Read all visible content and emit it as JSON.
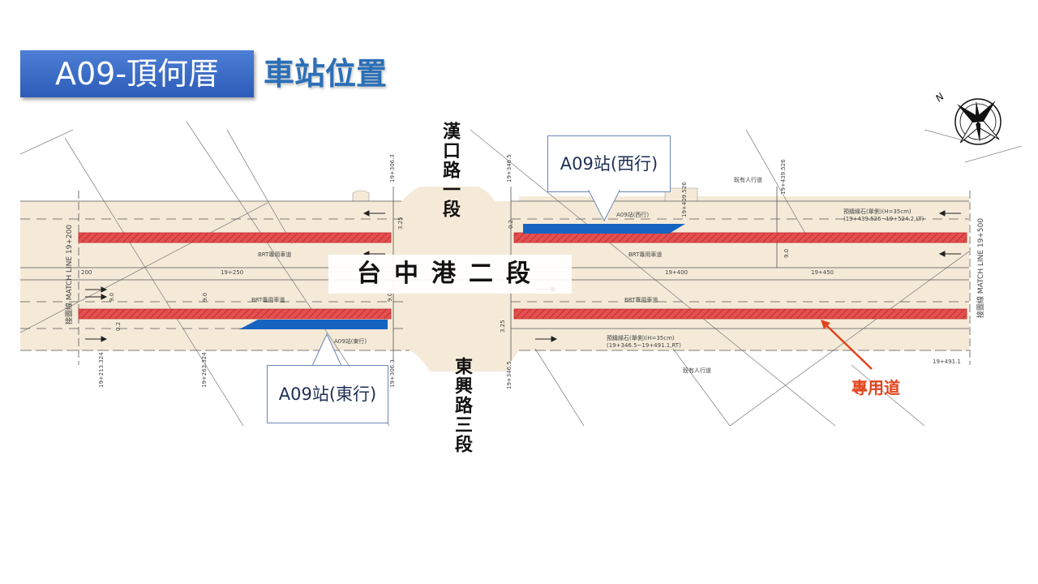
{
  "header": {
    "station_title": "A09-頂何厝",
    "section_title": "車站位置"
  },
  "plan": {
    "main_road": "台中港二段",
    "north_road": "漢口路一段",
    "south_road": "東興路三段",
    "callout_westbound": "A09站(西行)",
    "callout_eastbound": "A09站(東行)",
    "dedicated_lane": "專用道",
    "small_labels": {
      "station_west_small": "A09站(西行)",
      "station_east_small": "A09站(東行)",
      "brt_lane": "BRT專用車道",
      "sidewalk": "既有人行道",
      "curb_note_top": "預鑄緣石(單側)(H=35cm)",
      "curb_range_top": "(19+439.526~19+524.2,LT)",
      "curb_note_bottom": "預鑄緣石(單側)(H=35cm)",
      "curb_range_bottom": "(19+346.5~19+491.1,RT)",
      "match_line_left": "接圖線 MATCH LINE 19+200",
      "match_line_right": "接圖線 MATCH LINE 19+500",
      "sta_19_250": "19+250",
      "sta_19_400": "19+400",
      "sta_19_450": "19+450",
      "sta_200": "200",
      "sta_19_306_top": "19+306.3",
      "sta_19_346_top": "19+346.5",
      "sta_19_409": "19+409.526",
      "sta_19_439": "19+439.526",
      "sta_19_213": "19+213.324",
      "sta_19_263": "19+263.324",
      "sta_19_306_bot": "19+306.3",
      "sta_19_346_bot": "19+346.5",
      "sta_19_491": "19+491.1",
      "dim_9_0": "9.0",
      "dim_3_25": "3.25",
      "dim_0_2": "0.2"
    },
    "compass_north": "N"
  },
  "colors": {
    "title_bg": "#3a6cc9",
    "subtitle": "#2b6fb6",
    "road_fill": "#f5ead8",
    "brt_lane": "#e04848",
    "platform": "#1565c0",
    "dedicated_label": "#e2441c"
  }
}
